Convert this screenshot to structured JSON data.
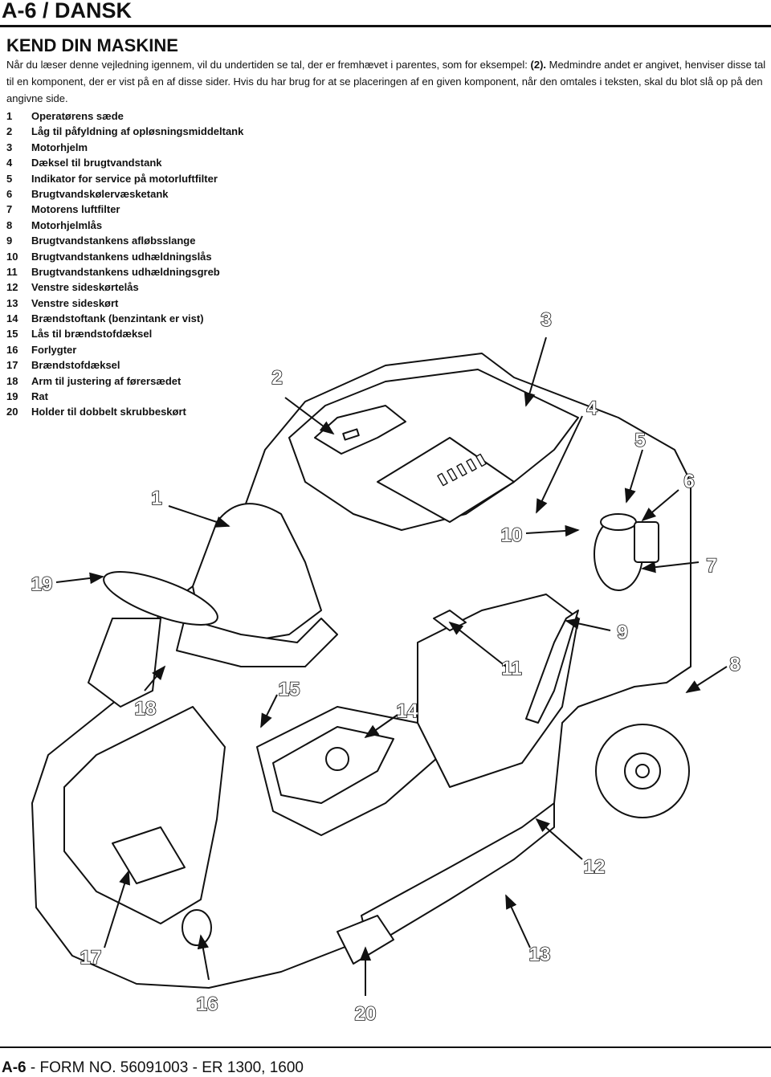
{
  "header": {
    "title": "A-6 / DANSK"
  },
  "section": {
    "title": "KEND DIN MASKINE",
    "intro_part1": "Når du læser denne vejledning igennem, vil du undertiden se tal, der er fremhævet i parentes, som for eksempel: ",
    "intro_bold": "(2).",
    "intro_part2": "  Medmindre andet er angivet, henviser disse tal til en komponent, der er vist på en af disse sider. Hvis du har brug for at se placeringen af en given komponent, når den omtales i teksten, skal du blot slå op på den angivne side."
  },
  "components": [
    {
      "num": "1",
      "label": "Operatørens sæde"
    },
    {
      "num": "2",
      "label": "Låg til påfyldning af opløsningsmiddeltank"
    },
    {
      "num": "3",
      "label": "Motorhjelm"
    },
    {
      "num": "4",
      "label": "Dæksel til brugtvandstank"
    },
    {
      "num": "5",
      "label": "Indikator for service på motorluftfilter"
    },
    {
      "num": "6",
      "label": "Brugtvandskølervæsketank"
    },
    {
      "num": "7",
      "label": "Motorens luftfilter"
    },
    {
      "num": "8",
      "label": "Motorhjelmlås"
    },
    {
      "num": "9",
      "label": "Brugtvandstankens afløbsslange"
    },
    {
      "num": "10",
      "label": "Brugtvandstankens udhældningslås"
    },
    {
      "num": "11",
      "label": "Brugtvandstankens udhældningsgreb"
    },
    {
      "num": "12",
      "label": "Venstre sideskørtelås"
    },
    {
      "num": "13",
      "label": "Venstre sideskørt"
    },
    {
      "num": "14",
      "label": "Brændstoftank (benzintank er vist)"
    },
    {
      "num": "15",
      "label": "Lås til brændstofdæksel"
    },
    {
      "num": "16",
      "label": "Forlygter"
    },
    {
      "num": "17",
      "label": "Brændstofdæksel"
    },
    {
      "num": "18",
      "label": "Arm til justering af førersædet"
    },
    {
      "num": "19",
      "label": "Rat"
    },
    {
      "num": "20",
      "label": "Holder til dobbelt skrubbeskørt"
    }
  ],
  "callouts": {
    "c1": "1",
    "c2": "2",
    "c3": "3",
    "c4": "4",
    "c5": "5",
    "c6": "6",
    "c7": "7",
    "c8": "8",
    "c9": "9",
    "c10": "10",
    "c11": "11",
    "c12": "12",
    "c13": "13",
    "c14": "14",
    "c15": "15",
    "c16": "16",
    "c17": "17",
    "c18": "18",
    "c19": "19",
    "c20": "20"
  },
  "footer": {
    "page": "A-6",
    "form": " - FORM NO. 56091003 - ER 1300, 1600"
  }
}
